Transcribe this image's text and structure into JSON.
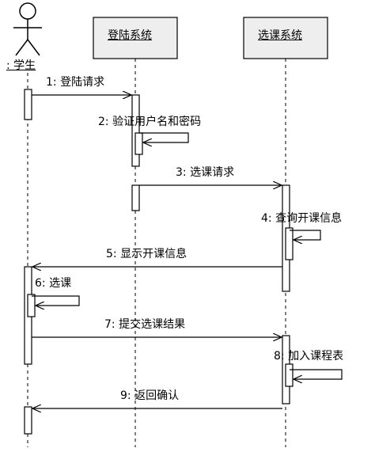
{
  "actor": {
    "name": ": 学生"
  },
  "objects": [
    {
      "id": "login",
      "name": "登陆系统"
    },
    {
      "id": "course",
      "name": "选课系统"
    }
  ],
  "messages": [
    {
      "n": 1,
      "text": "1: 登陆请求"
    },
    {
      "n": 2,
      "text": "2: 验证用户名和密码"
    },
    {
      "n": 3,
      "text": "3: 选课请求"
    },
    {
      "n": 4,
      "text": "4: 查询开课信息"
    },
    {
      "n": 5,
      "text": "5: 显示开课信息"
    },
    {
      "n": 6,
      "text": "6: 选课"
    },
    {
      "n": 7,
      "text": "7: 提交选课结果"
    },
    {
      "n": 8,
      "text": "8: 加入课程表"
    },
    {
      "n": 9,
      "text": "9: 返回确认"
    }
  ]
}
